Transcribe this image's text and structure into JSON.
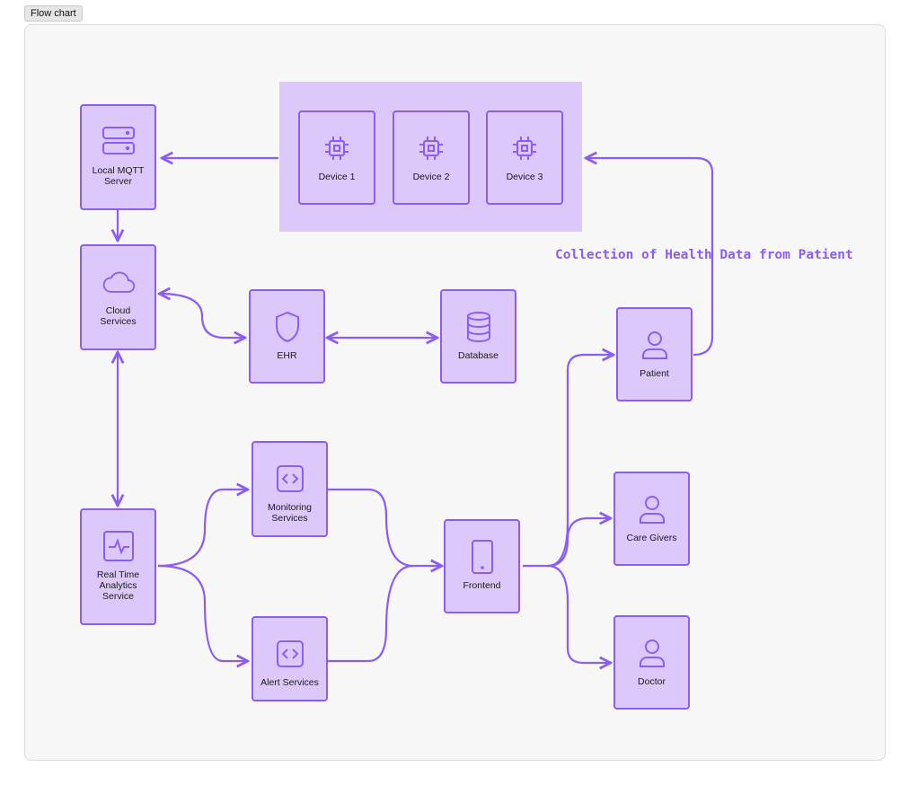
{
  "tab": {
    "label": "Flow chart"
  },
  "annotation": {
    "text": "Collection of Health Data from Patient"
  },
  "colors": {
    "node_fill": "#dcc8fb",
    "stroke": "#8b5cf6",
    "group_fill": "#dcc8fb"
  },
  "nodes": {
    "mqtt": {
      "label": "Local MQTT\nServer",
      "icon": "server-icon"
    },
    "device1": {
      "label": "Device 1",
      "icon": "chip-icon"
    },
    "device2": {
      "label": "Device 2",
      "icon": "chip-icon"
    },
    "device3": {
      "label": "Device 3",
      "icon": "chip-icon"
    },
    "cloud": {
      "label": "Cloud\nServices",
      "icon": "cloud-icon"
    },
    "ehr": {
      "label": "EHR",
      "icon": "shield-icon"
    },
    "database": {
      "label": "Database",
      "icon": "database-icon"
    },
    "patient": {
      "label": "Patient",
      "icon": "user-icon"
    },
    "monitoring": {
      "label": "Monitoring\nServices",
      "icon": "code-icon"
    },
    "realtime": {
      "label": "Real Time\nAnalytics\nService",
      "icon": "activity-icon"
    },
    "frontend": {
      "label": "Frontend",
      "icon": "tablet-icon"
    },
    "caregivers": {
      "label": "Care Givers",
      "icon": "user-icon"
    },
    "alert": {
      "label": "Alert Services",
      "icon": "code-icon"
    },
    "doctor": {
      "label": "Doctor",
      "icon": "user-icon"
    }
  }
}
